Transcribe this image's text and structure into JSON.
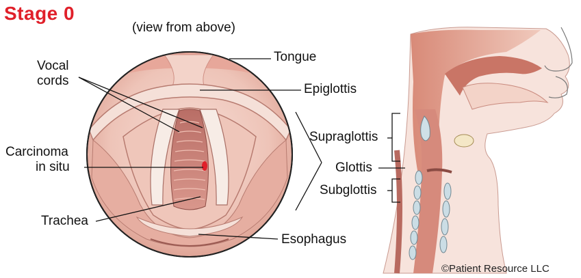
{
  "title": "Stage 0",
  "view_caption": "(view from above)",
  "labels": {
    "tongue": "Tongue",
    "epiglottis": "Epiglottis",
    "vocal_cords_line1": "Vocal",
    "vocal_cords_line2": "cords",
    "carcinoma_line1": "Carcinoma",
    "carcinoma_line2": "in situ",
    "trachea": "Trachea",
    "esophagus": "Esophagus",
    "supraglottis": "Supraglottis",
    "glottis": "Glottis",
    "subglottis": "Subglottis"
  },
  "copyright": "©Patient Resource LLC",
  "colors": {
    "title_red": "#e0202a",
    "tissue_pink": "#e8b4a8",
    "tissue_dark": "#c97d72",
    "tumor_red": "#e0202a"
  }
}
